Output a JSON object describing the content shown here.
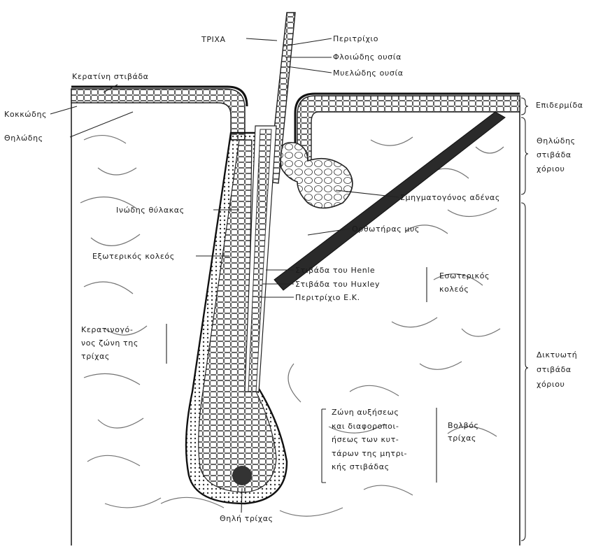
{
  "labels": {
    "hair": "ΤΡΙΧΑ",
    "cuticle": "Περιτρίχιο",
    "cortex": "Φλοιώδης ουσία",
    "medulla": "Μυελώδης ουσία",
    "stratum_corneum": "Κερατίνη στιβάδα",
    "stratum_granulosum": "Κοκκώδης",
    "stratum_papillare_epi": "Θηλώδης",
    "epidermis": "Επιδερμίδα",
    "papillary_dermis": [
      "Θηλώδης",
      "στιβάδα",
      "χόριου"
    ],
    "sebaceous_gland": "Σμηγματογόνος αδένας",
    "fibrous_sheath": "Ινώδης θύλακας",
    "arrector_muscle": "Ορθωτήρας μυς",
    "outer_root_sheath": "Εξωτερικός κολεός",
    "henle_layer": "Στιβάδα του Henle",
    "huxley_layer": "Στιβάδα του Huxley",
    "inner_cuticle": "Περιτρίχιο Ε.Κ.",
    "inner_root_sheath": [
      "Εσωτερικός",
      "κολεός"
    ],
    "keratogenous_zone": [
      "Κερατινογό-",
      "νος ζώνη της",
      "τρίχας"
    ],
    "reticular_dermis": [
      "Δικτυωτή",
      "στιβάδα",
      "χόριου"
    ],
    "growth_zone": [
      "Ζώνη αυξήσεως",
      "και διαφοροποι-",
      "ήσεως των κυτ-",
      "τάρων της μητρι-",
      "κής στιβάδας"
    ],
    "hair_bulb": [
      "Βολβός",
      "τρίχας"
    ],
    "hair_papilla": "Θηλή τρίχας"
  }
}
